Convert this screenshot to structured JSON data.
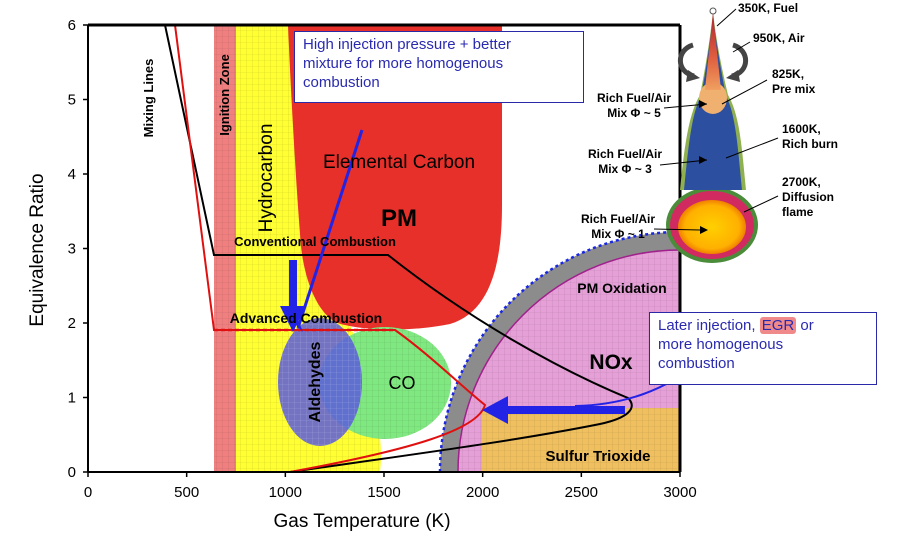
{
  "chart_data": {
    "type": "diagram",
    "xlabel": "Gas Temperature (K)",
    "ylabel": "Equivalence Ratio",
    "xlim": [
      0,
      3000
    ],
    "ylim": [
      0,
      6
    ],
    "x_ticks": [
      "0",
      "500",
      "1000",
      "1500",
      "2000",
      "2500",
      "3000"
    ],
    "y_ticks": [
      "0",
      "1",
      "2",
      "3",
      "4",
      "5",
      "6"
    ],
    "regions": {
      "ignition_zone": "Ignition Zone",
      "hydrocarbon": "Hydrocarbon",
      "elemental_carbon": "Elemental Carbon",
      "pm": "PM",
      "co": "CO",
      "aldehydes": "Aldehydes",
      "pm_oxidation": "PM Oxidation",
      "nox": "NOx",
      "sulfur_trioxide": "Sulfur Trioxide"
    },
    "lines": {
      "mixing_lines": "Mixing Lines",
      "conventional_combustion": "Conventional Combustion",
      "advanced_combustion": "Advanced Combustion"
    },
    "colors": {
      "ignition": "#f08080",
      "hydrocarbon": "#ffff33",
      "pm": "#e8302a",
      "co": "#80e880",
      "aldehydes": "#5a5adc",
      "pm_oxidation": "#8c8c8c",
      "nox": "#e6a0d8",
      "sulfur": "#f0c060",
      "arrow": "#2323e6",
      "advanced_line": "#e01010"
    }
  },
  "callouts": {
    "top": {
      "line1": "High injection pressure + better",
      "line2": "mixture for more homogenous",
      "line3": "combustion"
    },
    "right": {
      "line1_pre": "Later injection, ",
      "egr": "EGR",
      "line1_post": " or",
      "line2": "more homogenous",
      "line3": "combustion"
    }
  },
  "flame": {
    "temps": [
      "350K, Fuel",
      "950K, Air",
      "825K,",
      "Pre mix",
      "1600K,",
      "Rich burn",
      "2700K,",
      "Diffusion",
      "flame"
    ],
    "rich_labels": [
      {
        "line1": "Rich Fuel/Air",
        "line2": "Mix Φ ~ 5"
      },
      {
        "line1": "Rich Fuel/Air",
        "line2": "Mix Φ ~ 3"
      },
      {
        "line1": "Rich Fuel/Air",
        "line2": "Mix Φ ~ 1"
      }
    ]
  }
}
